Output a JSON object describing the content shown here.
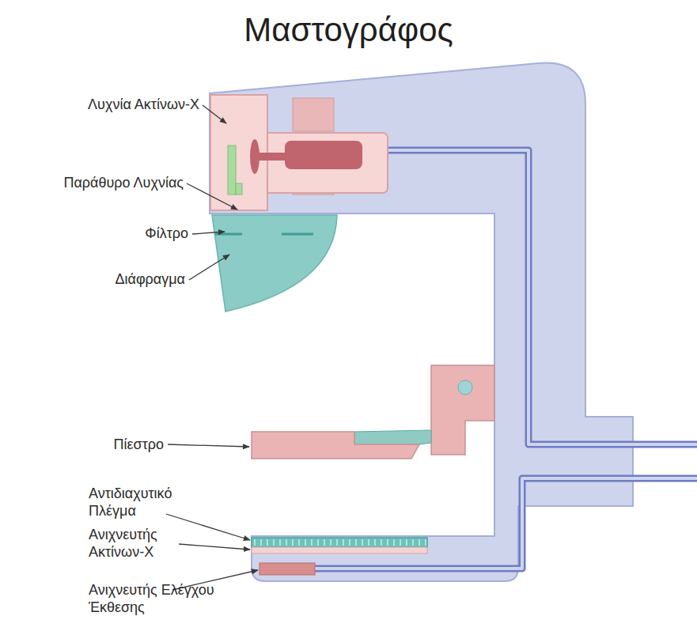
{
  "diagram": {
    "title": "Μαστογράφος",
    "labels": [
      "Λυχνία Ακτίνων-Χ",
      "Παράθυρο Λυχνίας",
      "Φίλτρο",
      "Διάφραγμα",
      "Πίεστρο",
      "Αντιδιαχυτικό Πλέγμα",
      "Ανιχνευτής Ακτίνων-Χ",
      "Ανιχνευτής Ελέγχου Έκθεσης"
    ]
  }
}
